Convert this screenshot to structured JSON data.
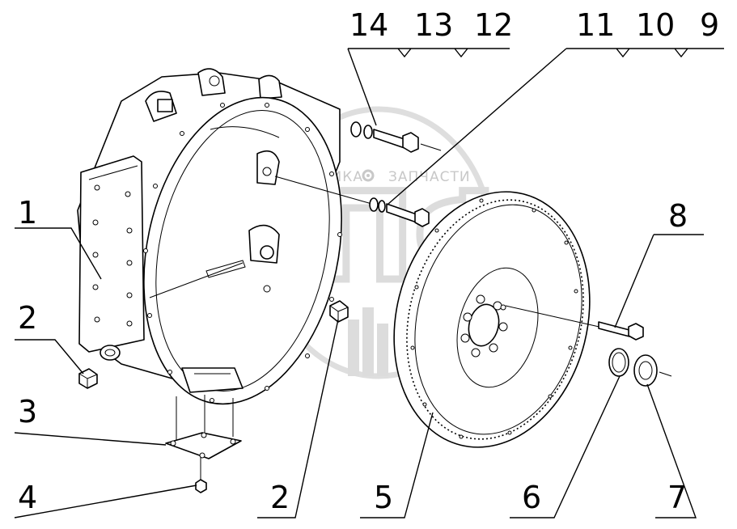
{
  "watermark": {
    "left_word": "ТЕХНИКА",
    "right_word": "ЗАПЧАСТИ",
    "monogram": "ЭПФ",
    "gear_icon": "gear-icon"
  },
  "callouts": [
    {
      "id": "c1",
      "label": "1"
    },
    {
      "id": "c2a",
      "label": "2"
    },
    {
      "id": "c3",
      "label": "3"
    },
    {
      "id": "c4",
      "label": "4"
    },
    {
      "id": "c2b",
      "label": "2"
    },
    {
      "id": "c5",
      "label": "5"
    },
    {
      "id": "c6",
      "label": "6"
    },
    {
      "id": "c7",
      "label": "7"
    },
    {
      "id": "c8",
      "label": "8"
    },
    {
      "id": "c9",
      "label": "9"
    },
    {
      "id": "c10",
      "label": "10"
    },
    {
      "id": "c11",
      "label": "11"
    },
    {
      "id": "c12",
      "label": "12"
    },
    {
      "id": "c13",
      "label": "13"
    },
    {
      "id": "c14",
      "label": "14"
    }
  ]
}
